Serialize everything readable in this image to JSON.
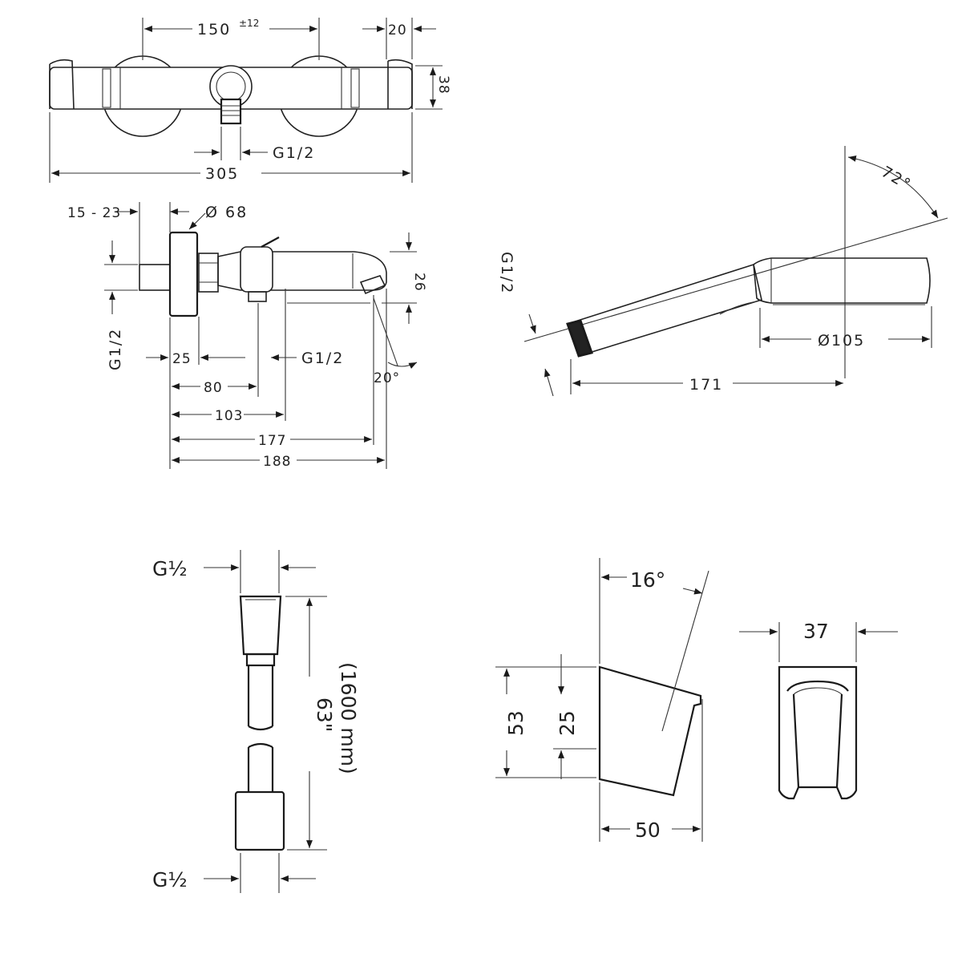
{
  "mixer_front": {
    "width_center": "150",
    "tolerance": "±12",
    "side_offset": "20",
    "height": "38",
    "outlet_thread": "G1/2",
    "total_width": "305"
  },
  "mixer_side": {
    "wall_distance": "15 - 23",
    "cover_diameter": "Ø 68",
    "inlet_thread": "G1/2",
    "spout_height": "26",
    "offset_25": "25",
    "outlet_thread": "G1/2",
    "spout_angle": "20°",
    "dist_80": "80",
    "dist_103": "103",
    "dist_177": "177",
    "dist_188": "188"
  },
  "hand_shower": {
    "tilt_angle": "72°",
    "thread": "G1/2",
    "head_diameter": "Ø105",
    "length": "171"
  },
  "hose": {
    "thread_top": "G½",
    "thread_bottom": "G½",
    "length_in": "63\"",
    "length_mm": "(1600 mm)"
  },
  "holder": {
    "angle": "16°",
    "height": "53",
    "inner_height": "25",
    "depth": "50",
    "width": "37"
  }
}
